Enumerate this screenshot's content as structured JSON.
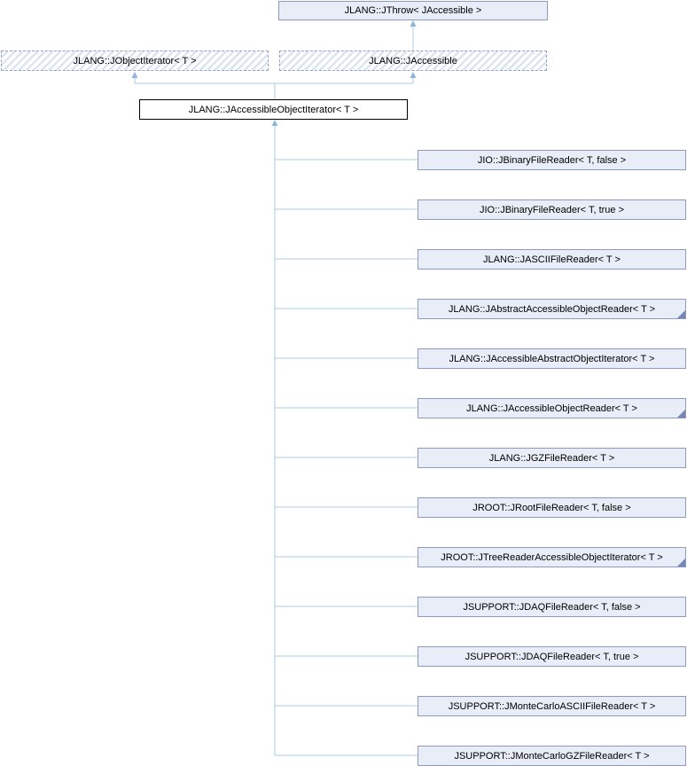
{
  "diagram": {
    "type": "class-inheritance-diagram",
    "nodes": {
      "jthrow": "JLANG::JThrow< JAccessible >",
      "jobjectiterator": "JLANG::JObjectIterator< T >",
      "jaccessible": "JLANG::JAccessible",
      "jaccessibleobjectiterator": "JLANG::JAccessibleObjectIterator< T >"
    },
    "derived": [
      {
        "label": "JIO::JBinaryFileReader< T, false >",
        "has_children": false
      },
      {
        "label": "JIO::JBinaryFileReader< T, true >",
        "has_children": false
      },
      {
        "label": "JLANG::JASCIIFileReader< T >",
        "has_children": false
      },
      {
        "label": "JLANG::JAbstractAccessibleObjectReader< T >",
        "has_children": true
      },
      {
        "label": "JLANG::JAccessibleAbstractObjectIterator< T >",
        "has_children": false
      },
      {
        "label": "JLANG::JAccessibleObjectReader< T >",
        "has_children": true
      },
      {
        "label": "JLANG::JGZFileReader< T >",
        "has_children": false
      },
      {
        "label": "JROOT::JRootFileReader< T, false >",
        "has_children": false
      },
      {
        "label": "JROOT::JTreeReaderAccessibleObjectIterator< T >",
        "has_children": true
      },
      {
        "label": "JSUPPORT::JDAQFileReader< T, false >",
        "has_children": false
      },
      {
        "label": "JSUPPORT::JDAQFileReader< T, true >",
        "has_children": false
      },
      {
        "label": "JSUPPORT::JMonteCarloASCIIFileReader< T >",
        "has_children": false
      },
      {
        "label": "JSUPPORT::JMonteCarloGZFileReader< T >",
        "has_children": false
      }
    ],
    "colors": {
      "node_fill": "#e8edf7",
      "node_border": "#8b9bbd",
      "current_border": "#000000",
      "hatch_stripe": "#dde3f1",
      "dashed_border": "#8ea6cf",
      "connector_line": "#a8cce4",
      "arrowhead": "#8cb7dd",
      "fold_corner": "#7486b8",
      "text": "#000000"
    }
  }
}
